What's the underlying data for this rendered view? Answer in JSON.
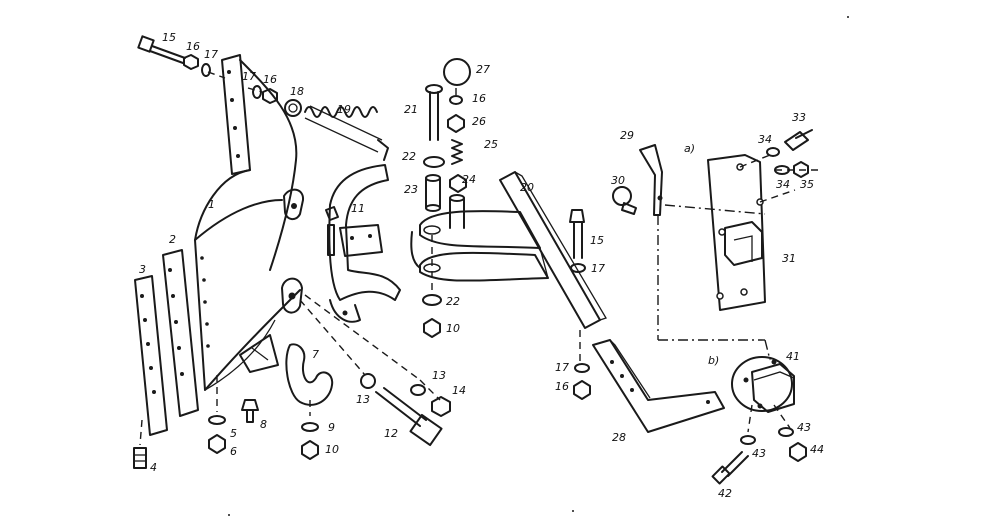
{
  "labels": [
    {
      "text": "15"
    },
    {
      "text": "16"
    },
    {
      "text": "17"
    },
    {
      "text": "17"
    },
    {
      "text": "16"
    },
    {
      "text": "18"
    },
    {
      "text": "19"
    },
    {
      "text": "1"
    },
    {
      "text": "2"
    },
    {
      "text": "3"
    },
    {
      "text": "4"
    },
    {
      "text": "5"
    },
    {
      "text": "6"
    },
    {
      "text": "8"
    },
    {
      "text": "7"
    },
    {
      "text": "9"
    },
    {
      "text": "10"
    },
    {
      "text": "11"
    },
    {
      "text": "13"
    },
    {
      "text": "12"
    },
    {
      "text": "13"
    },
    {
      "text": "14"
    },
    {
      "text": "21"
    },
    {
      "text": "27"
    },
    {
      "text": "16"
    },
    {
      "text": "26"
    },
    {
      "text": "25"
    },
    {
      "text": "22"
    },
    {
      "text": "24"
    },
    {
      "text": "23"
    },
    {
      "text": "20"
    },
    {
      "text": "22"
    },
    {
      "text": "10"
    },
    {
      "text": "15"
    },
    {
      "text": "17"
    },
    {
      "text": "17"
    },
    {
      "text": "16"
    },
    {
      "text": "28"
    },
    {
      "text": "29"
    },
    {
      "text": "30"
    },
    {
      "text": "a)"
    },
    {
      "text": "34"
    },
    {
      "text": "33"
    },
    {
      "text": "34"
    },
    {
      "text": "35"
    },
    {
      "text": "31"
    },
    {
      "text": "b)"
    },
    {
      "text": "41"
    },
    {
      "text": "43"
    },
    {
      "text": "43"
    },
    {
      "text": "44"
    },
    {
      "text": "42"
    }
  ]
}
